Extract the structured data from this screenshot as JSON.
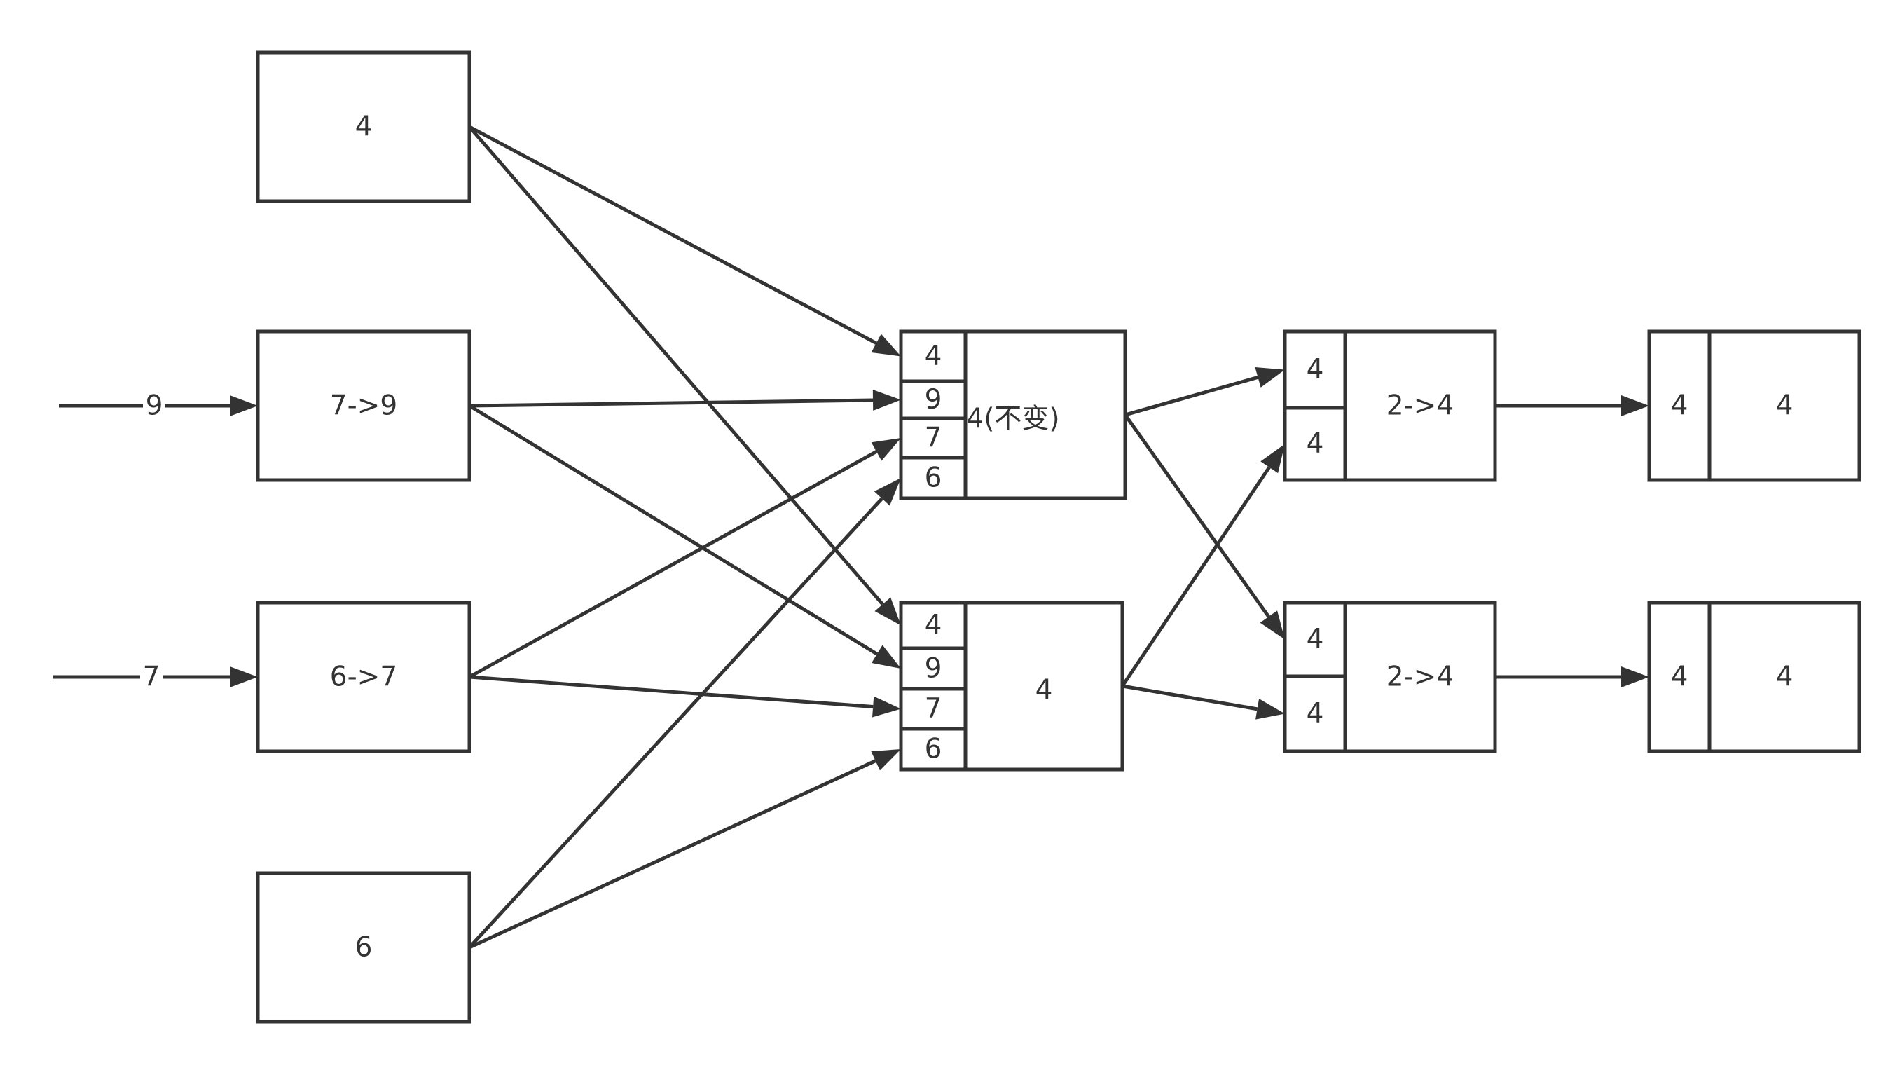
{
  "colors": {
    "stroke": "#333333",
    "background": "#ffffff"
  },
  "inputs": [
    {
      "id": "in9",
      "value": "9"
    },
    {
      "id": "in7",
      "value": "7"
    }
  ],
  "layer1": [
    {
      "id": "a1",
      "label": "4"
    },
    {
      "id": "a2",
      "label": "7->9"
    },
    {
      "id": "a3",
      "label": "6->7"
    },
    {
      "id": "a4",
      "label": "6"
    }
  ],
  "layer2": [
    {
      "id": "b1",
      "label": "4(不变)",
      "slots": [
        "4",
        "9",
        "7",
        "6"
      ]
    },
    {
      "id": "b2",
      "label": "4",
      "slots": [
        "4",
        "9",
        "7",
        "6"
      ]
    }
  ],
  "layer3": [
    {
      "id": "c1",
      "label": "2->4",
      "slots": [
        "4",
        "4"
      ]
    },
    {
      "id": "c2",
      "label": "2->4",
      "slots": [
        "4",
        "4"
      ]
    }
  ],
  "layer4": [
    {
      "id": "d1",
      "label": "4",
      "slots": [
        "4"
      ]
    },
    {
      "id": "d2",
      "label": "4",
      "slots": [
        "4"
      ]
    }
  ],
  "edges": [
    {
      "from": "in9",
      "to": "a2",
      "label": "9"
    },
    {
      "from": "in7",
      "to": "a3",
      "label": "7"
    },
    {
      "from": "a1",
      "to": "b1.0"
    },
    {
      "from": "a1",
      "to": "b2.0"
    },
    {
      "from": "a2",
      "to": "b1.1"
    },
    {
      "from": "a2",
      "to": "b2.1"
    },
    {
      "from": "a3",
      "to": "b1.2"
    },
    {
      "from": "a3",
      "to": "b2.2"
    },
    {
      "from": "a4",
      "to": "b1.3"
    },
    {
      "from": "a4",
      "to": "b2.3"
    },
    {
      "from": "b1",
      "to": "c1.0"
    },
    {
      "from": "b1",
      "to": "c2.0"
    },
    {
      "from": "b2",
      "to": "c1.1"
    },
    {
      "from": "b2",
      "to": "c2.1"
    },
    {
      "from": "c1",
      "to": "d1"
    },
    {
      "from": "c2",
      "to": "d2"
    }
  ]
}
